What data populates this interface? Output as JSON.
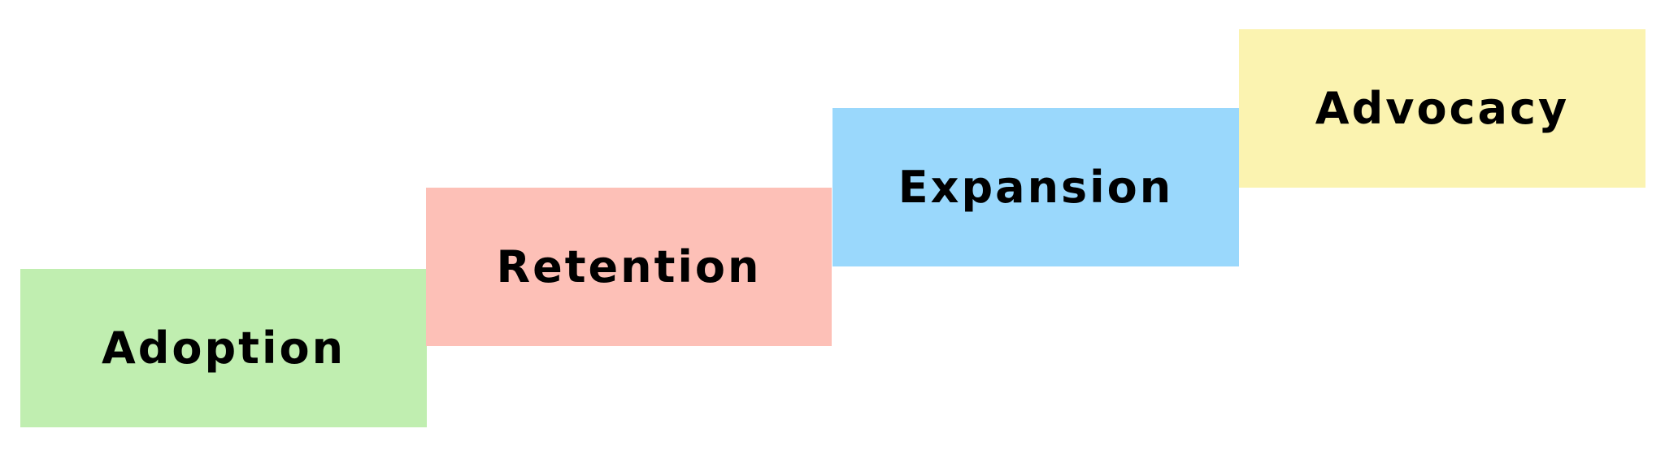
{
  "diagram": {
    "stages": [
      {
        "label": "Adoption",
        "color": "#c0eeb0"
      },
      {
        "label": "Retention",
        "color": "#fdc0b7"
      },
      {
        "label": "Expansion",
        "color": "#9ad8fc"
      },
      {
        "label": "Advocacy",
        "color": "#fbf3b0"
      }
    ]
  }
}
